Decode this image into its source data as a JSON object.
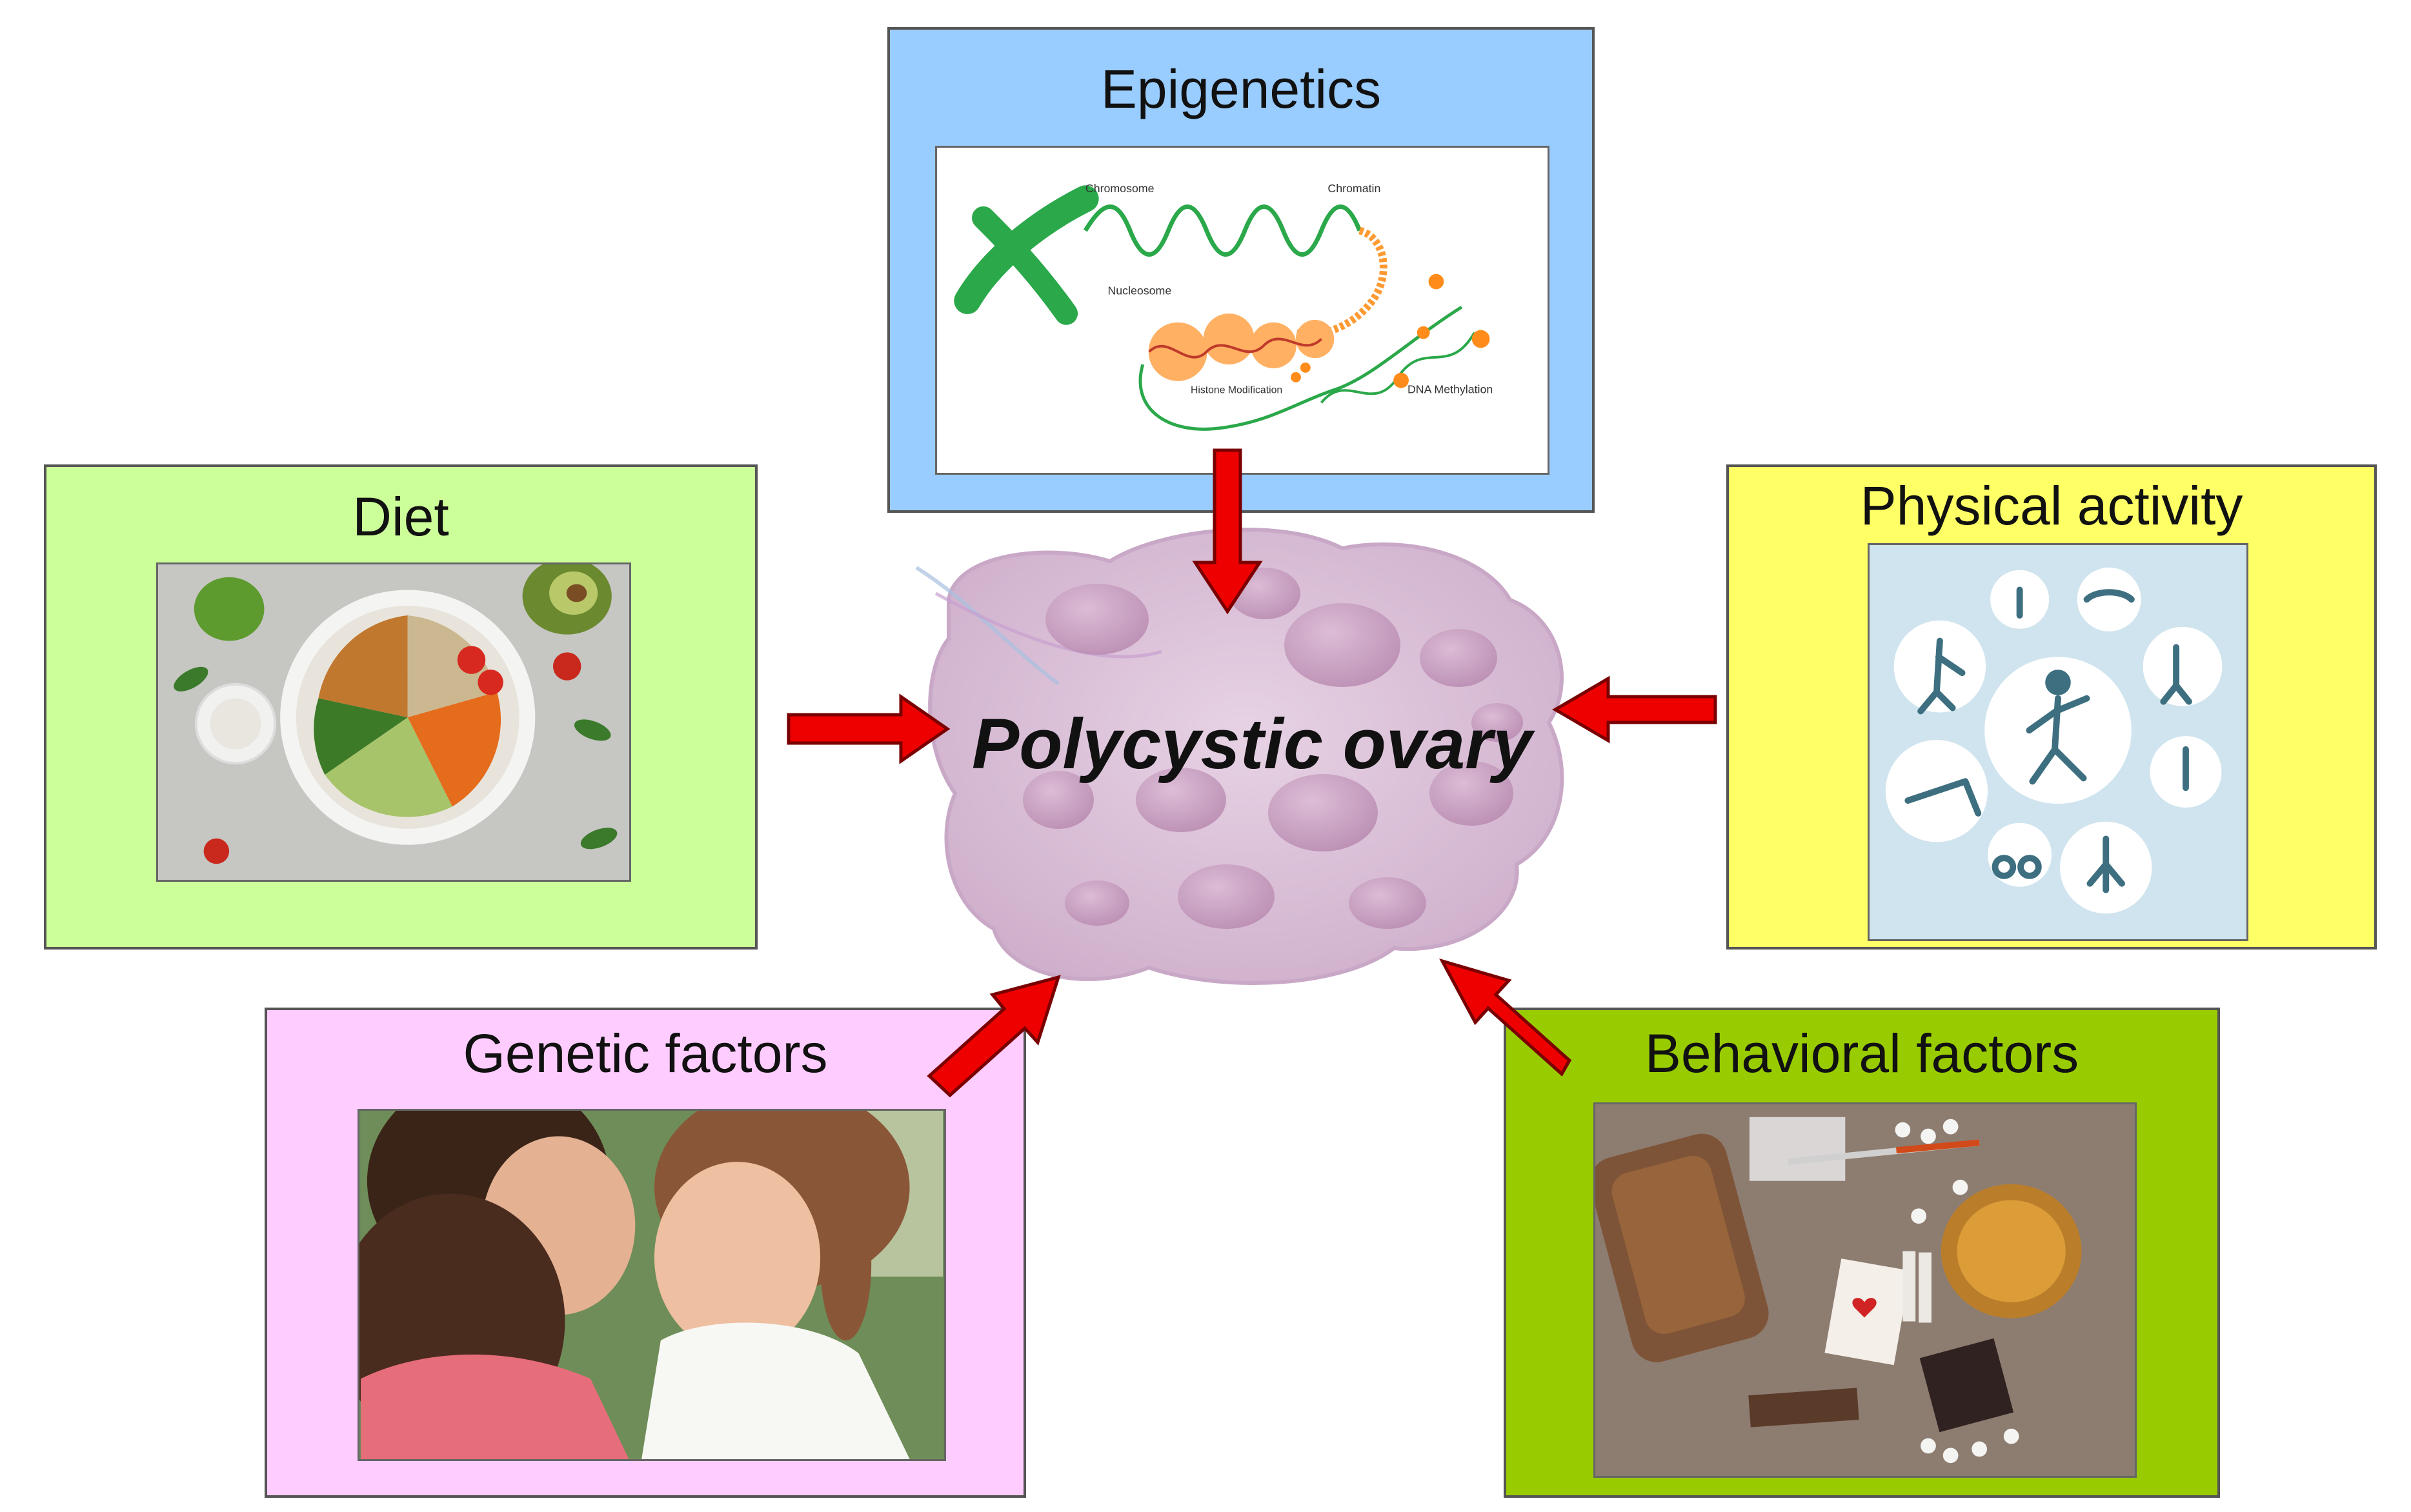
{
  "center": {
    "label": "Polycystic ovary"
  },
  "factors": {
    "epigenetics": {
      "title": "Epigenetics",
      "color": "#99ccff",
      "diagram_labels": {
        "chromosome": "Chromosome",
        "chromatin": "Chromatin",
        "nucleosome": "Nucleosome",
        "histone": "Histone Modification",
        "methylation": "DNA Methylation"
      }
    },
    "diet": {
      "title": "Diet",
      "color": "#ccff99"
    },
    "physical_activity": {
      "title": "Physical activity",
      "color": "#ffff66"
    },
    "genetic_factors": {
      "title": "Genetic factors",
      "color": "#ffccff"
    },
    "behavioral_factors": {
      "title": "Behavioral factors",
      "color": "#99cc00"
    }
  },
  "colors": {
    "arrow": "#ee0000",
    "arrow_outline": "#7a0000",
    "ovary": "#dcc0d8",
    "cyst": "#c79cc0"
  }
}
